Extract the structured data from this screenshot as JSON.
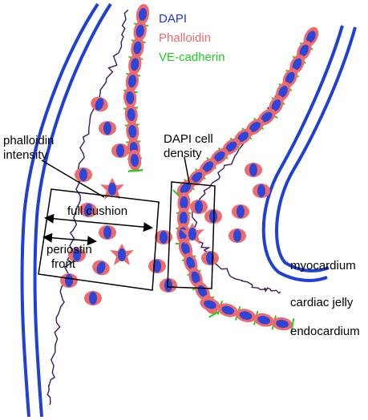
{
  "legend": {
    "dapi": {
      "text": "DAPI",
      "color": "#2233dd"
    },
    "phalloidin": {
      "text": "Phalloidin",
      "color": "#f06a6a"
    },
    "ve_cadherin": {
      "text": "VE-cadherin",
      "color": "#22cc22"
    }
  },
  "labels": {
    "phalloidin_intensity": [
      "phalloidin",
      "intensity"
    ],
    "dapi_cell_density": [
      "DAPI cell",
      "density"
    ],
    "full_cushion": "full cushion",
    "periostin_front": [
      "periostin",
      "front"
    ],
    "myocardium": "myocardium",
    "cardiac_jelly": "cardiac jelly",
    "endocardium": "endocardium"
  },
  "colors": {
    "myocardium_line": "#1f3fd6",
    "periostin_line": "#3a1a5e",
    "cell_body": "#f06a6a",
    "nucleus": "#2b46d8",
    "junction": "#22cc22",
    "box_line": "#000000"
  }
}
